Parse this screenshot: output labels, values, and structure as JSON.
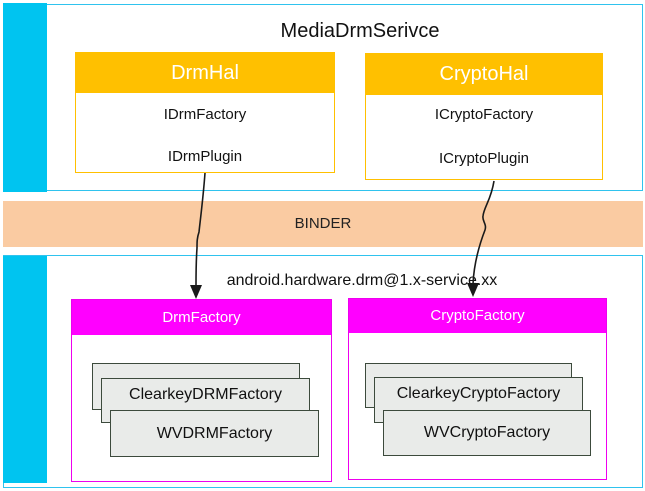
{
  "top_section": {
    "title": "MediaDrmSerivce",
    "drm_hal": {
      "header": "DrmHal",
      "items": [
        "IDrmFactory",
        "IDrmPlugin"
      ]
    },
    "crypto_hal": {
      "header": "CryptoHal",
      "items": [
        "ICryptoFactory",
        "ICryptoPlugin"
      ]
    }
  },
  "binder": {
    "label": "BINDER"
  },
  "bottom_section": {
    "title": "android.hardware.drm@1.x-service.xx",
    "drm_factory": {
      "header": "DrmFactory",
      "cards": [
        "ClearkeyDRMFactory",
        "WVDRMFactory"
      ]
    },
    "crypto_factory": {
      "header": "CryptoFactory",
      "cards": [
        "ClearkeyCryptoFactory",
        "WVCryptoFactory"
      ]
    }
  },
  "colors": {
    "accent_cyan": "#00c4f0",
    "border_cyan": "#2fc3ee",
    "accent_gold": "#ffc000",
    "accent_magenta": "#ff00ff",
    "binder_peach": "#facba2",
    "card_gray": "#e9ebe9",
    "card_border": "#3c4a3c",
    "arrow_black": "#1a1a1a"
  }
}
